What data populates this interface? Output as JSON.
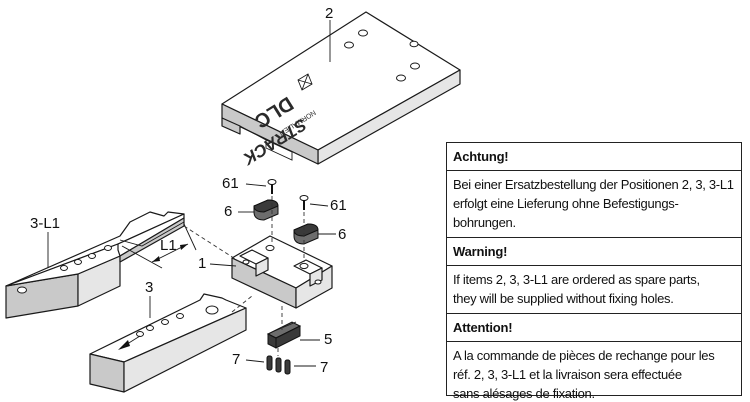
{
  "callouts": {
    "item_2": "2",
    "item_61_left": "61",
    "item_61_right": "61",
    "item_6_left": "6",
    "item_6_right": "6",
    "item_3_l1": "3-L1",
    "item_l1": "L1",
    "item_1": "1",
    "item_3": "3",
    "item_5": "5",
    "item_7_left": "7",
    "item_7_right": "7"
  },
  "logo": {
    "brand": "STRACK",
    "brand_sub": "NORMALIEN",
    "product": "DLC"
  },
  "notes": [
    {
      "heading": "Achtung!",
      "lines": [
        "Bei einer Ersatzbestellung der Positionen 2, 3, 3-L1",
        "erfolgt eine Lieferung ohne Befestigungs-",
        "bohrungen."
      ]
    },
    {
      "heading": "Warning!",
      "lines": [
        "If items 2, 3, 3-L1 are ordered as spare parts,",
        "they will be supplied without fixing holes."
      ]
    },
    {
      "heading": "Attention!",
      "lines": [
        "A la commande de pièces de rechange pour les",
        "réf. 2, 3, 3-L1 et la livraison sera effectuée",
        "sans alésages de fixation."
      ]
    }
  ]
}
